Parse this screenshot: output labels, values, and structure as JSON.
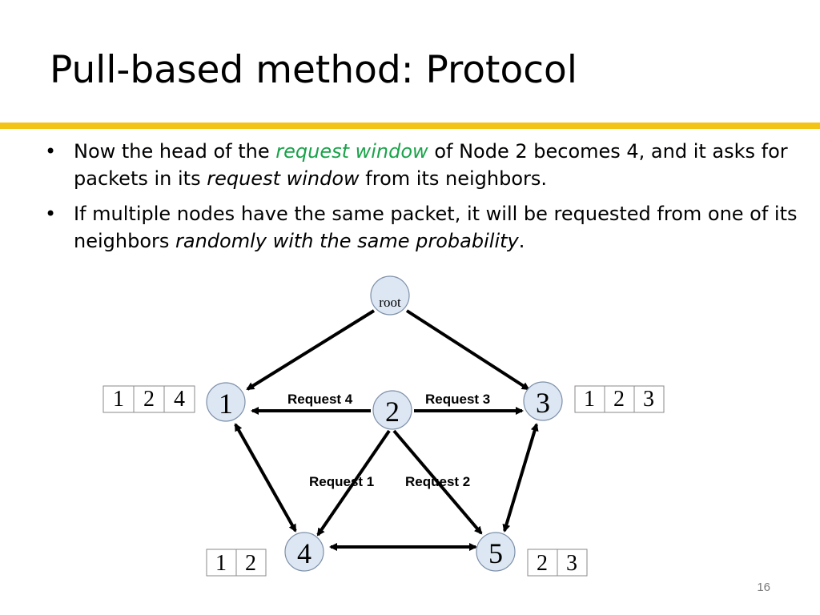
{
  "slide": {
    "title": "Pull-based method: Protocol",
    "page_number": "16",
    "accent_color": "#f2c417",
    "highlight_color": "#1aa34a"
  },
  "bullets": [
    {
      "parts": [
        "Now the head of the ",
        "request window",
        " of Node 2 becomes 4, and it asks for packets in its ",
        "request window",
        " from its neighbors."
      ]
    },
    {
      "parts": [
        "If multiple nodes have the same packet, it will be requested from one of its neighbors ",
        "randomly with the same probability",
        "."
      ]
    }
  ],
  "diagram": {
    "nodes": {
      "root": "root",
      "n1": "1",
      "n2": "2",
      "n3": "3",
      "n4": "4",
      "n5": "5"
    },
    "buffers": {
      "n1": [
        "1",
        "2",
        "4"
      ],
      "n3": [
        "1",
        "2",
        "3"
      ],
      "n4": [
        "1",
        "2"
      ],
      "n5": [
        "2",
        "3"
      ]
    },
    "requests": {
      "to_n1": "Request 4",
      "to_n3": "Request 3",
      "to_n4": "Request 1",
      "to_n5": "Request 2"
    }
  }
}
